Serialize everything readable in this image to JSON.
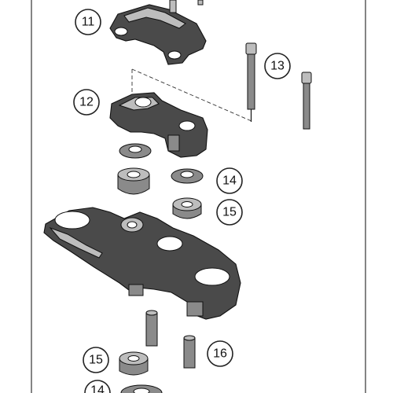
{
  "callouts": [
    {
      "id": "c11a",
      "label": "11"
    },
    {
      "id": "c12",
      "label": "12"
    },
    {
      "id": "c13",
      "label": "13"
    },
    {
      "id": "c14a",
      "label": "14"
    },
    {
      "id": "c15a",
      "label": "15"
    },
    {
      "id": "c15b",
      "label": "15"
    },
    {
      "id": "c16",
      "label": "16"
    },
    {
      "id": "c14b",
      "label": "14"
    }
  ],
  "colors": {
    "part_dark": "#4a4a4a",
    "outline": "#111111"
  }
}
